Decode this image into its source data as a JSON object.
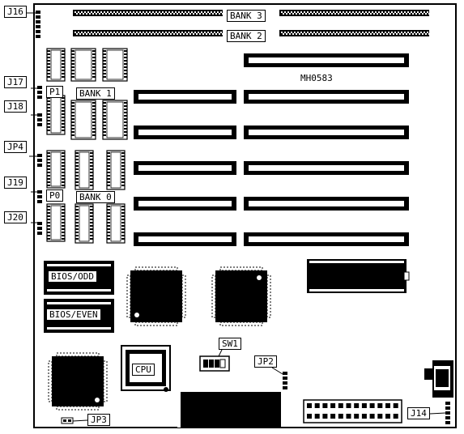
{
  "labels": {
    "j16": "J16",
    "j17": "J17",
    "j18": "J18",
    "jp4": "JP4",
    "j19": "J19",
    "j20": "J20",
    "p1": "P1",
    "p0": "P0",
    "bank3": "BANK 3",
    "bank2": "BANK 2",
    "bank1": "BANK 1",
    "bank0": "BANK 0",
    "model": "MH0583",
    "bios_odd": "BIOS/ODD",
    "bios_even": "BIOS/EVEN",
    "cpu": "CPU",
    "sw1": "SW1",
    "jp2": "JP2",
    "jp3": "JP3",
    "j14": "J14"
  },
  "colors": {
    "ink": "#000000",
    "paper": "#ffffff"
  }
}
